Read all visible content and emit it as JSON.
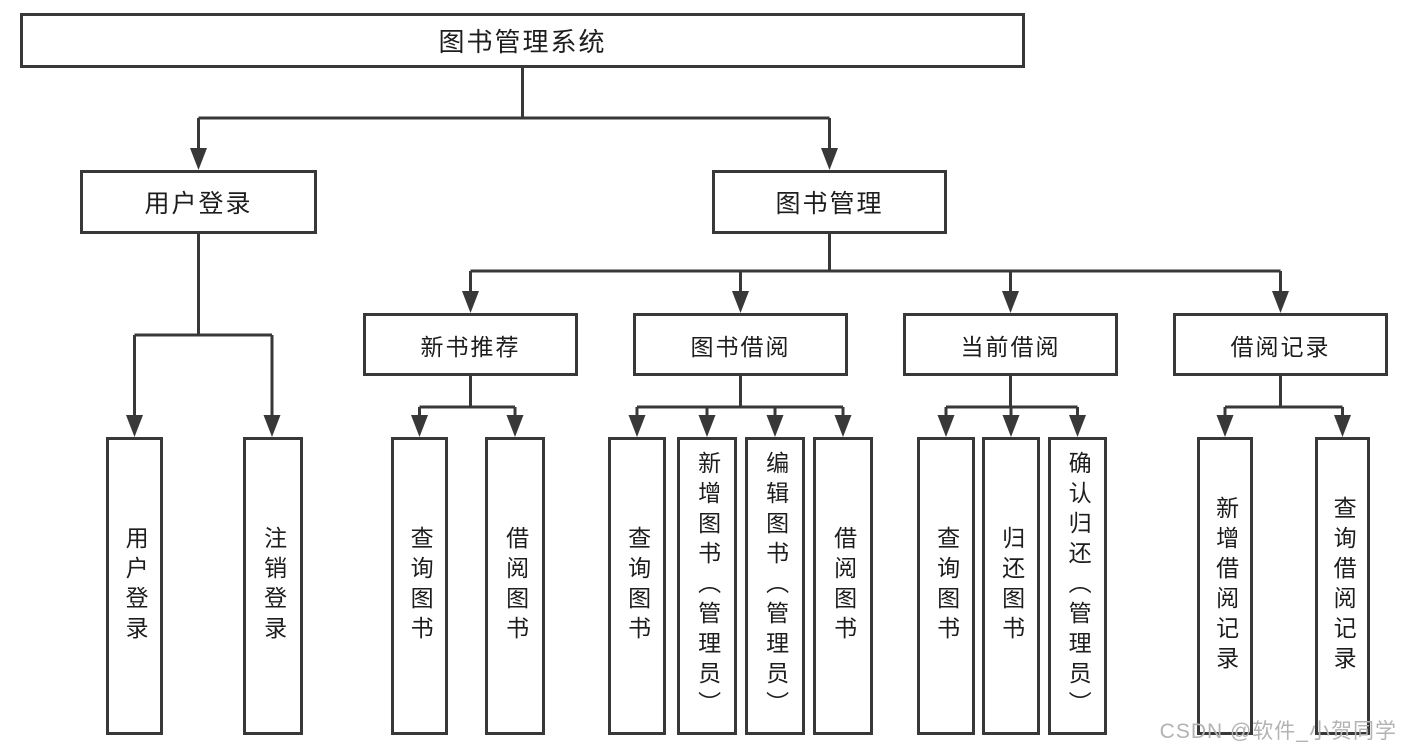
{
  "diagram": {
    "type": "hierarchy-tree",
    "watermark": "CSDN @软件_小贺同学",
    "colors": {
      "line": "#383838",
      "box_border": "#383838",
      "box_fill": "#ffffff",
      "text": "#1d1d1d",
      "watermark_text": "#b3b3b3",
      "background": "#ffffff"
    },
    "root": {
      "label": "图书管理系统",
      "children": [
        {
          "label": "用户登录",
          "children": [
            {
              "label": "用户登录"
            },
            {
              "label": "注销登录"
            }
          ]
        },
        {
          "label": "图书管理",
          "children": [
            {
              "label": "新书推荐",
              "children": [
                {
                  "label": "查询图书"
                },
                {
                  "label": "借阅图书"
                }
              ]
            },
            {
              "label": "图书借阅",
              "children": [
                {
                  "label": "查询图书"
                },
                {
                  "label": "新增图书（管理员）"
                },
                {
                  "label": "编辑图书（管理员）"
                },
                {
                  "label": "借阅图书"
                }
              ]
            },
            {
              "label": "当前借阅",
              "children": [
                {
                  "label": "查询图书"
                },
                {
                  "label": "归还图书"
                },
                {
                  "label": "确认归还（管理员）"
                }
              ]
            },
            {
              "label": "借阅记录",
              "children": [
                {
                  "label": "新增借阅记录"
                },
                {
                  "label": "查询借阅记录"
                }
              ]
            }
          ]
        }
      ]
    }
  }
}
